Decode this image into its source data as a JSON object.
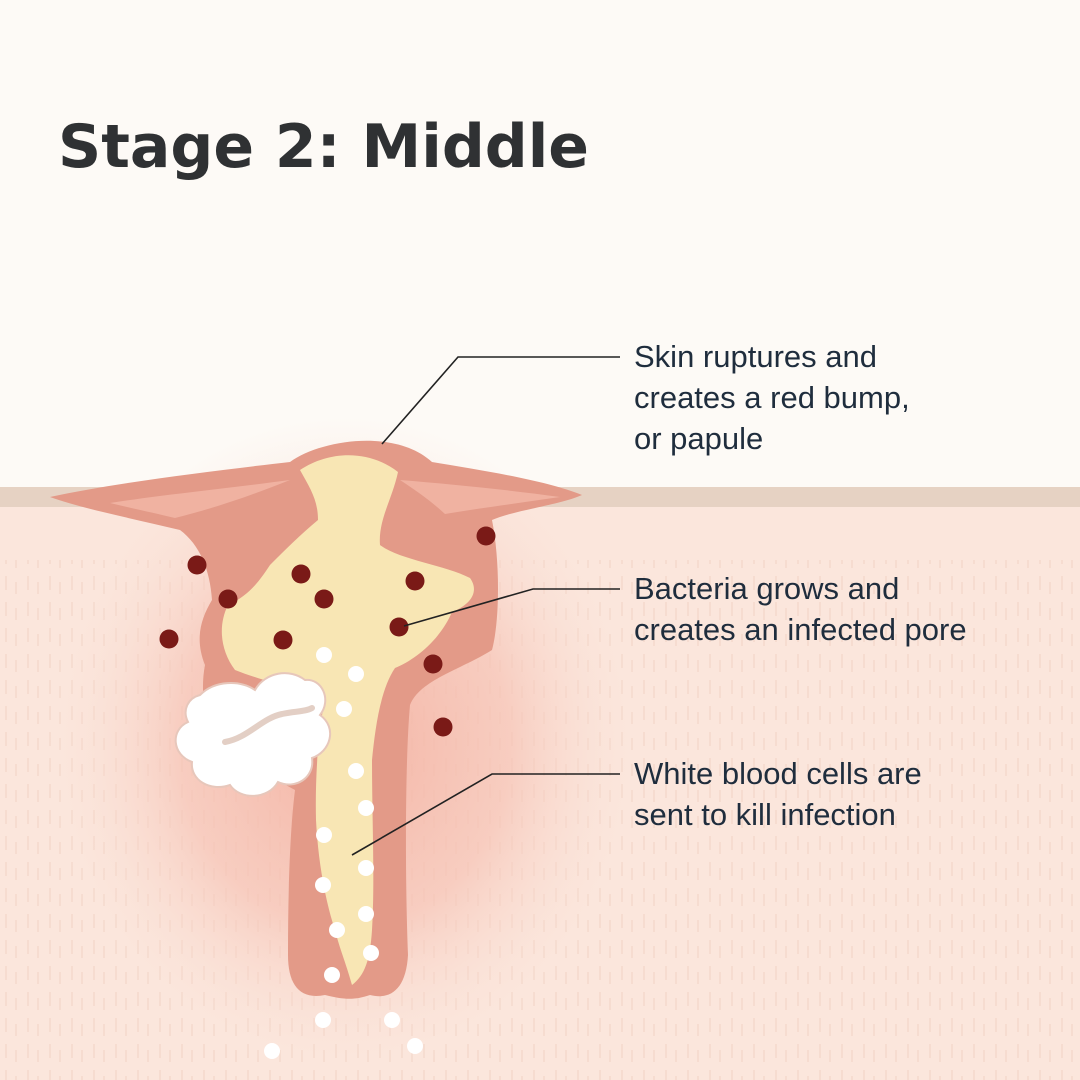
{
  "title": "Stage 2: Middle",
  "labels": [
    {
      "lines": [
        "Skin ruptures and",
        "creates a red bump,",
        "or papule"
      ]
    },
    {
      "lines": [
        "Bacteria grows and",
        "creates an infected pore"
      ]
    },
    {
      "lines": [
        "White blood cells are",
        "sent to kill infection"
      ]
    }
  ],
  "colors": {
    "background": "#fdfaf6",
    "skin_surface": "#e6d2c3",
    "skin_tissue": "#fbe6dc",
    "inflammation": "#f3b6a8",
    "pore_wall": "#e39a88",
    "sebum": "#f8e6b4",
    "bacteria": "#7a1a17",
    "white_blood_cells": "#ffffff",
    "title_text": "#2f3133",
    "label_text": "#1f2d3d"
  }
}
